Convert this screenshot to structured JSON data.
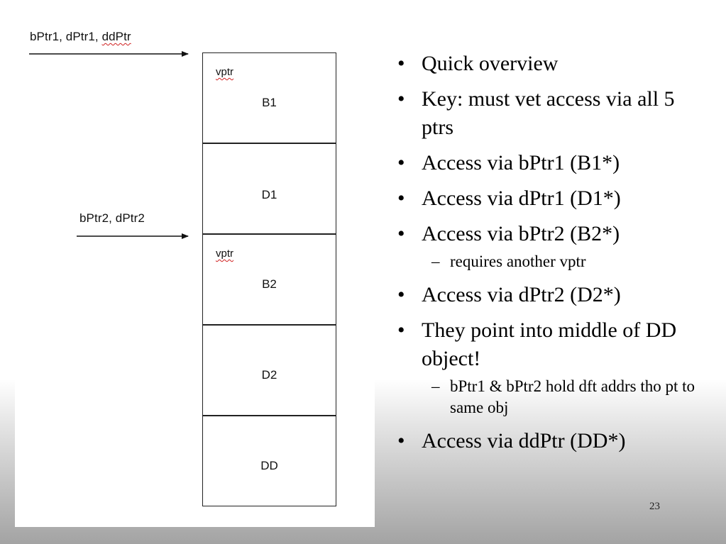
{
  "diagram": {
    "pointers_top": "bPtr1, dPtr1, ",
    "pointers_top_flagged": "ddPtr",
    "pointers_mid": "bPtr2, dPtr2",
    "blocks": [
      {
        "vptr": "vptr",
        "label": "B1"
      },
      {
        "vptr": "",
        "label": "D1"
      },
      {
        "vptr": "vptr",
        "label": "B2"
      },
      {
        "vptr": "",
        "label": "D2"
      },
      {
        "vptr": "",
        "label": "DD"
      }
    ]
  },
  "bullets": [
    {
      "level": 1,
      "text": "Quick overview"
    },
    {
      "level": 1,
      "text": "Key: must vet access via all 5 ptrs"
    },
    {
      "level": 1,
      "text": "Access via bPtr1 (B1*)"
    },
    {
      "level": 1,
      "text": "Access via dPtr1 (D1*)"
    },
    {
      "level": 1,
      "text": "Access via bPtr2 (B2*)"
    },
    {
      "level": 2,
      "text": "requires another vptr"
    },
    {
      "level": 1,
      "text": "Access via dPtr2 (D2*)"
    },
    {
      "level": 1,
      "text": "They point into middle of DD object!"
    },
    {
      "level": 2,
      "text": "bPtr1 & bPtr2 hold dft addrs tho pt to same obj"
    },
    {
      "level": 1,
      "text": "Access via ddPtr (DD*)"
    }
  ],
  "page_number": "23"
}
